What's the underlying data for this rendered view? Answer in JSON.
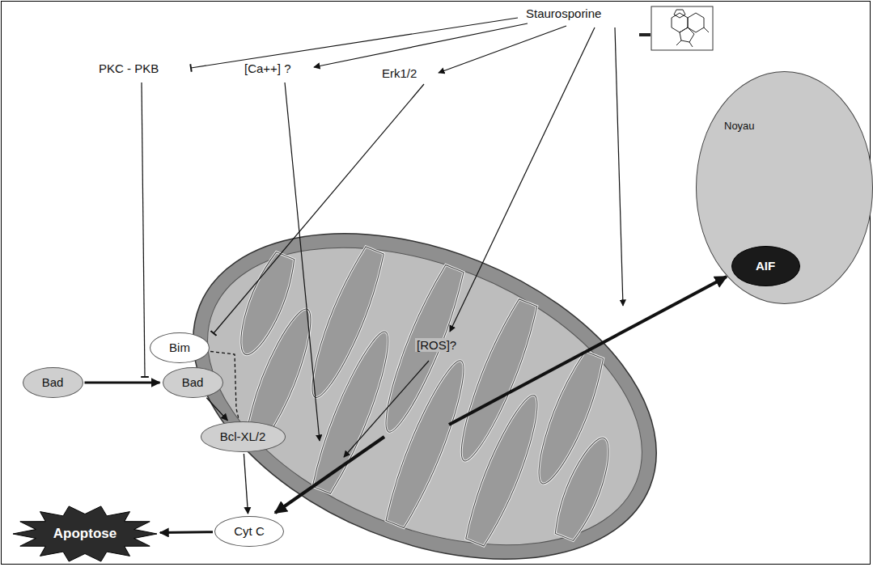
{
  "diagram": {
    "nodes": [
      {
        "text": [
          "Noyau"
        ]
      },
      {
        "text": [
          "AIF"
        ],
        "in": 0
      },
      {
        "text": [
          "Bim"
        ]
      },
      {
        "text": [
          "Bad"
        ]
      },
      {
        "text": [
          "Bad"
        ]
      },
      {
        "text": [
          "Bcl-XL/2"
        ]
      },
      {
        "text": [
          "Apoptose"
        ]
      },
      {
        "text": [
          "Cyt C"
        ]
      }
    ],
    "edges": [
      {
        "from": 3,
        "to": 4,
        "arrow": "to"
      },
      {
        "from": 4,
        "to": 5,
        "arrow": "to"
      },
      {
        "from": 2,
        "to": 5,
        "arrow": "none"
      },
      {
        "from": 5,
        "to": 7,
        "arrow": "to"
      },
      {
        "from": 7,
        "to": 6,
        "arrow": "to"
      }
    ],
    "labels": [
      "Staurosporine",
      "PKC - PKB",
      "[Ca++] ?",
      "Erk1/2",
      "[ROS]?"
    ]
  }
}
